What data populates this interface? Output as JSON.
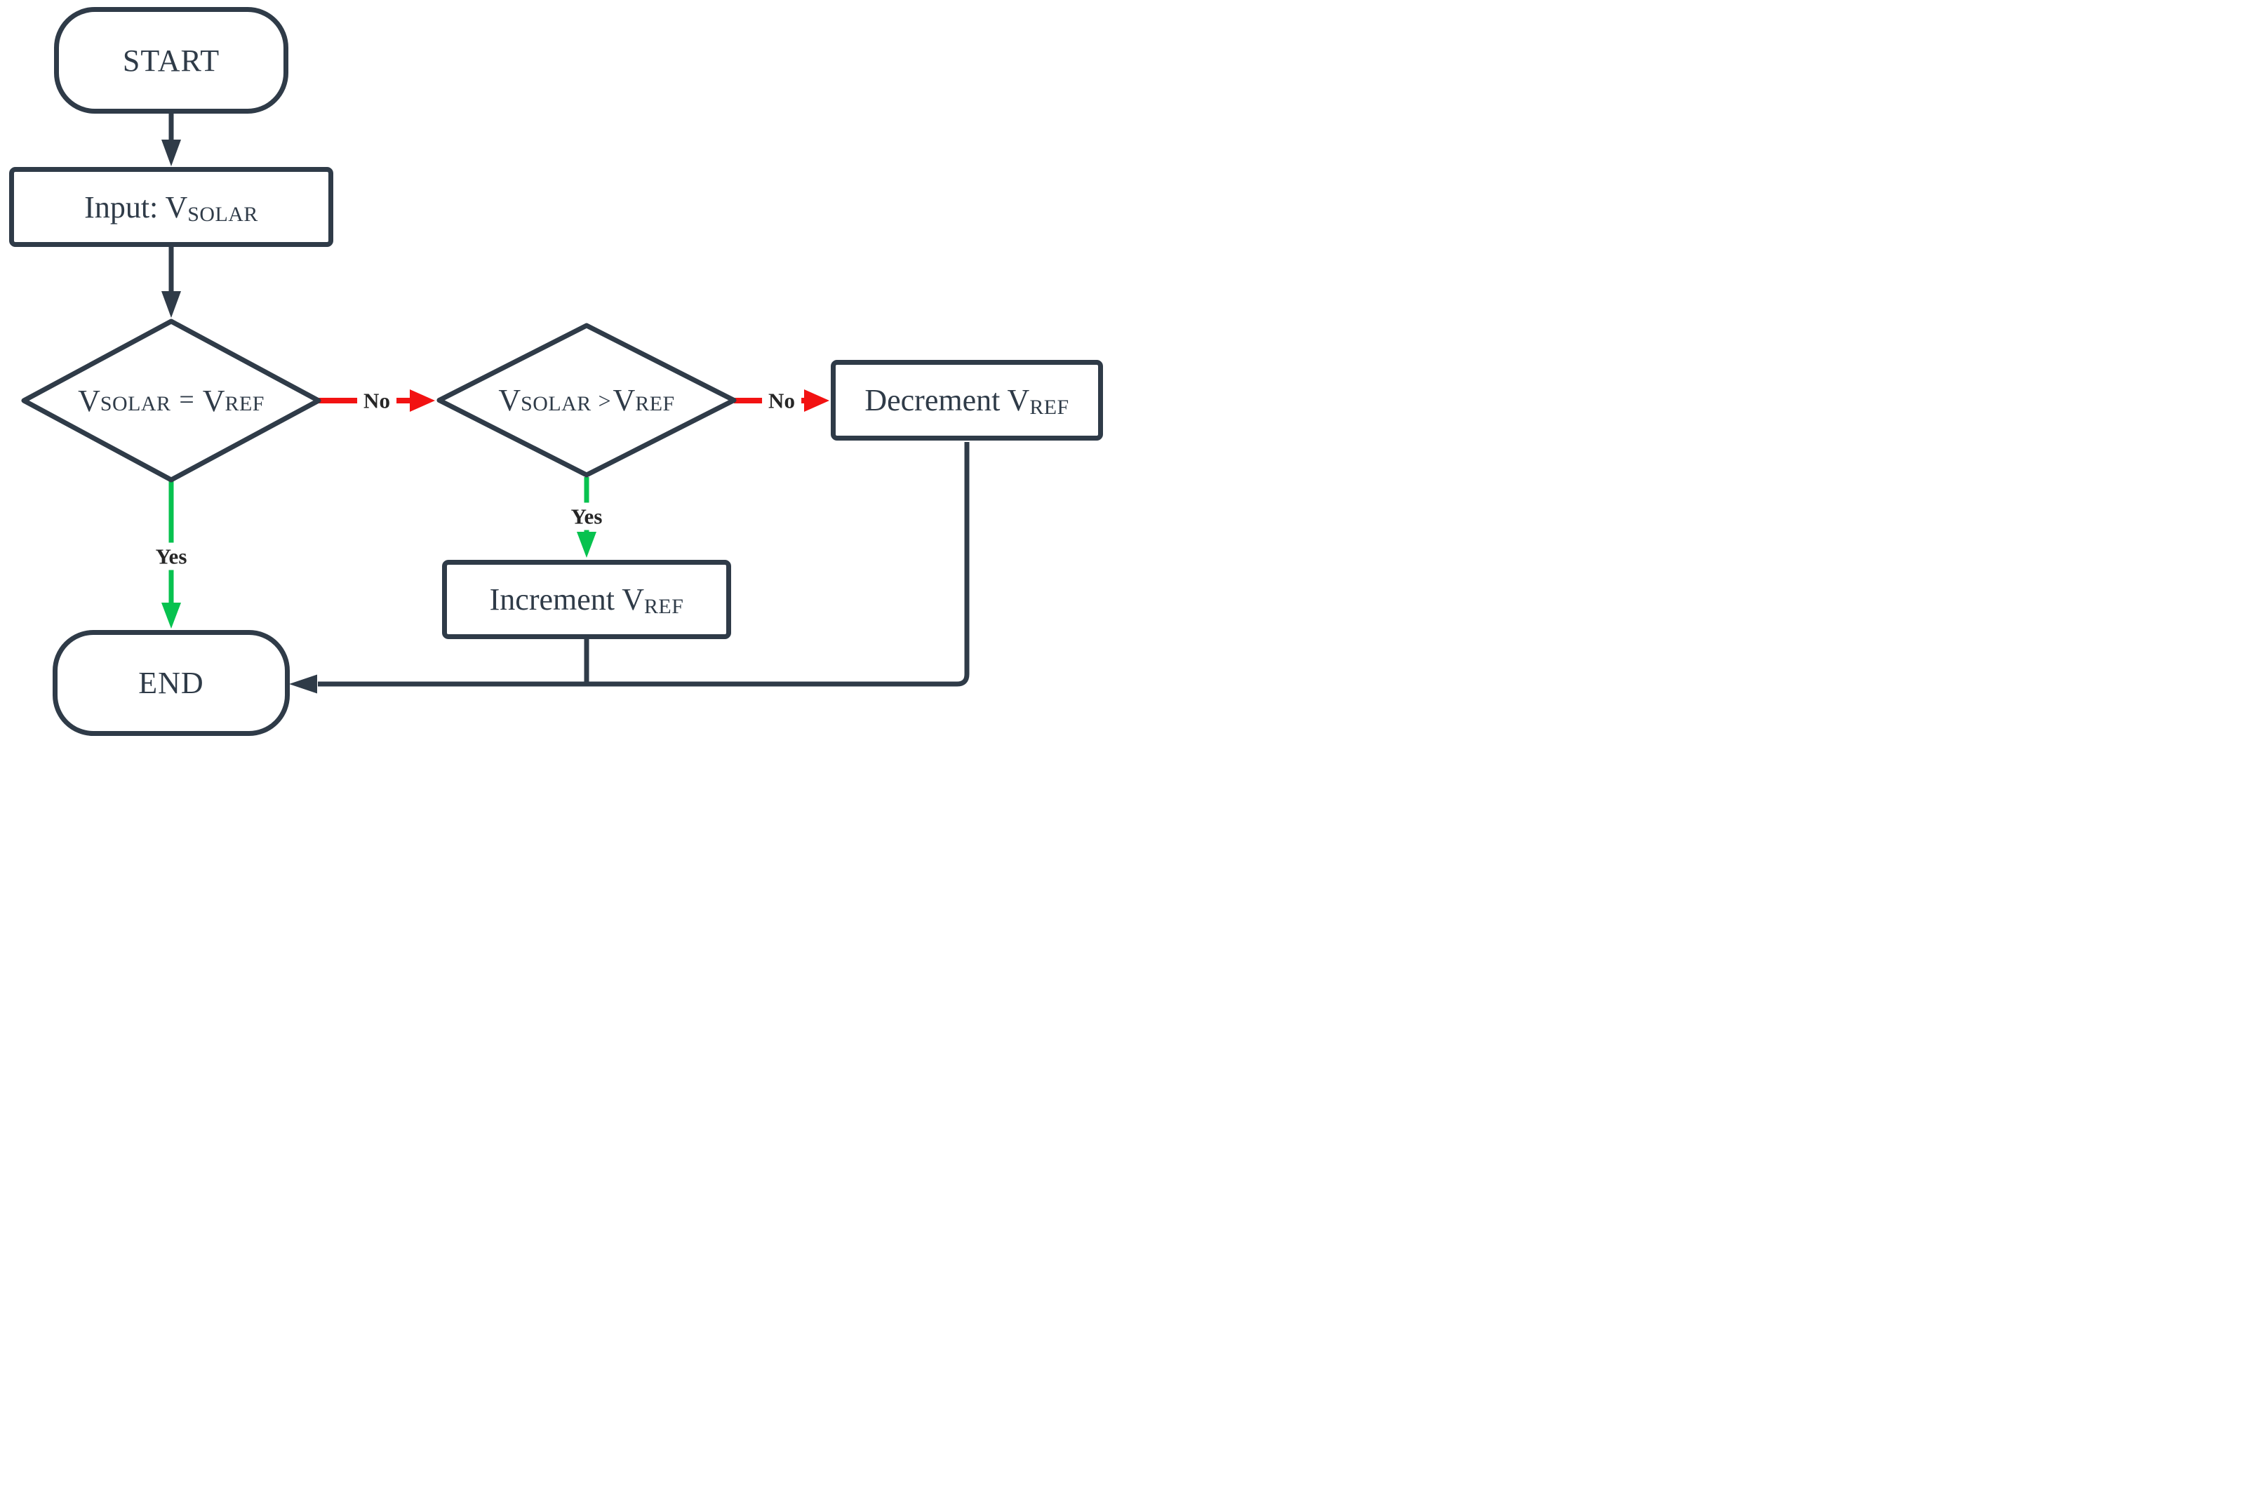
{
  "colors": {
    "shape_stroke": "#2f3b48",
    "node_text": "#2f3b48",
    "edge_label_text": "#262626",
    "no_edge": "#f21212",
    "yes_edge": "#07c24f",
    "canvas_bg": "#ffffff"
  },
  "nodes": {
    "start": {
      "label": "START"
    },
    "input": {
      "main": "Input: V",
      "sub": "SOLAR"
    },
    "decision_equal": {
      "v1": "V",
      "sub1": "SOLAR",
      "op": "=",
      "v2": "V",
      "sub2": "REF"
    },
    "decision_greater": {
      "v1": "V",
      "sub1": "SOLAR",
      "op": ">",
      "v2": "V",
      "sub2": "REF"
    },
    "increment": {
      "main": "Increment V",
      "sub": "REF"
    },
    "decrement": {
      "main": "Decrement V",
      "sub": "REF"
    },
    "end": {
      "label": "END"
    }
  },
  "edge_labels": {
    "no_equal": "No",
    "no_greater": "No",
    "yes_equal": "Yes",
    "yes_greater": "Yes"
  }
}
